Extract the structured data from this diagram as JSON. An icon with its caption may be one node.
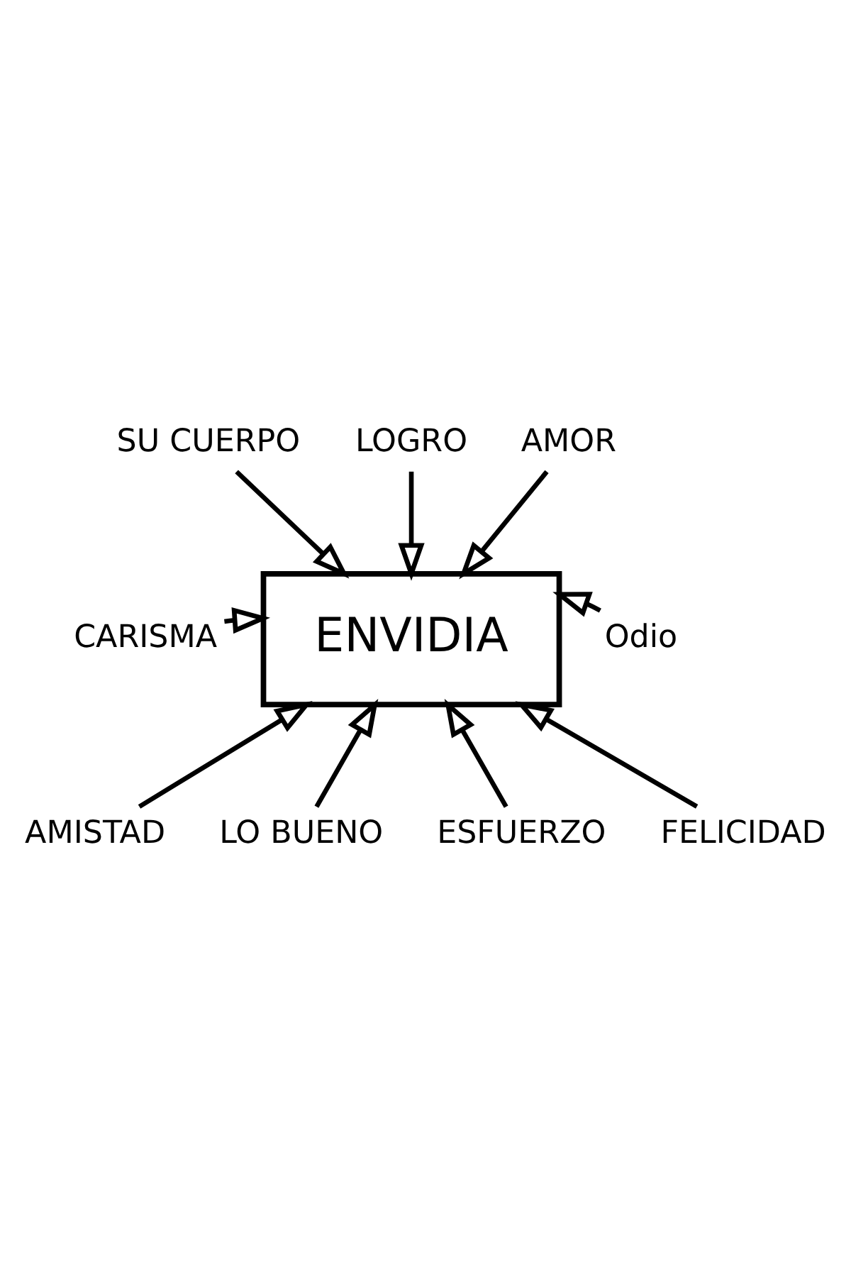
{
  "diagram": {
    "nodes": [
      {
        "text": [
          "SU CUERPO"
        ]
      },
      {
        "text": [
          "LOGRO"
        ]
      },
      {
        "text": [
          "AMOR"
        ]
      },
      {
        "text": [
          "CARISMA"
        ]
      },
      {
        "text": [
          "ENVIDIA"
        ]
      },
      {
        "text": [
          "Odio"
        ]
      },
      {
        "text": [
          "AMISTAD"
        ]
      },
      {
        "text": [
          "LO BUENO"
        ]
      },
      {
        "text": [
          "ESFUERZO"
        ]
      },
      {
        "text": [
          "FELICIDAD"
        ]
      }
    ],
    "edges": [
      {
        "from": 0,
        "to": 4,
        "arrow": "to"
      },
      {
        "from": 1,
        "to": 4,
        "arrow": "to"
      },
      {
        "from": 2,
        "to": 4,
        "arrow": "to"
      },
      {
        "from": 3,
        "to": 4,
        "arrow": "to"
      },
      {
        "from": 5,
        "to": 4,
        "arrow": "to"
      },
      {
        "from": 6,
        "to": 4,
        "arrow": "to"
      },
      {
        "from": 7,
        "to": 4,
        "arrow": "to"
      },
      {
        "from": 8,
        "to": 4,
        "arrow": "to"
      },
      {
        "from": 9,
        "to": 4,
        "arrow": "to"
      }
    ]
  }
}
